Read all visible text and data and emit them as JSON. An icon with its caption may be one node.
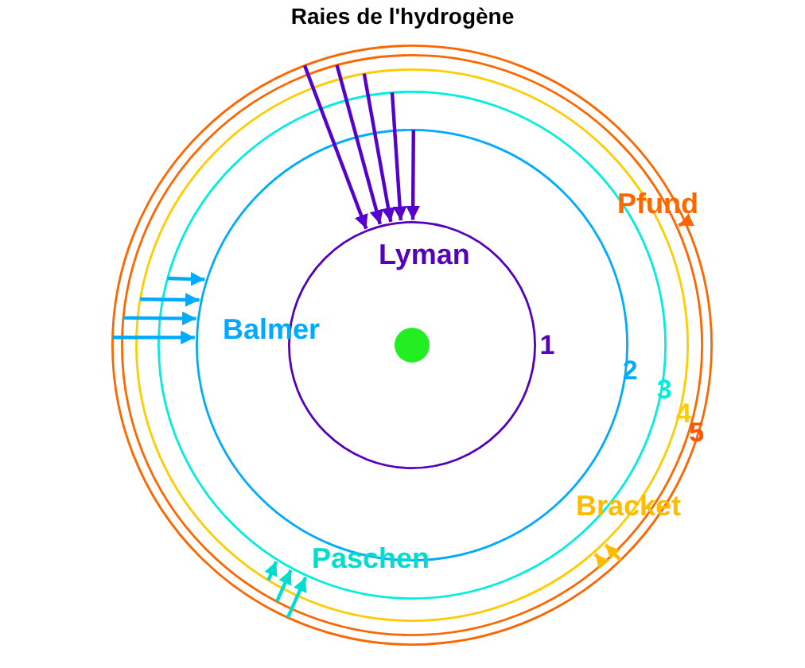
{
  "diagram": {
    "title": "Raies de l'hydrogène",
    "nodes": [
      {
        "text": [],
        "shape": "circle"
      },
      {
        "text": [
          "5"
        ],
        "in": 0
      },
      {
        "text": [
          "4"
        ],
        "in": 1
      },
      {
        "text": [
          "3"
        ],
        "in": 2
      },
      {
        "text": [
          "2"
        ],
        "in": 3
      },
      {
        "text": [
          "1"
        ],
        "in": 4
      },
      {
        "text": [],
        "shape": "circle",
        "in": 5
      }
    ],
    "edges": [
      {
        "from": 0,
        "to": 5,
        "arrow": "to",
        "color": "#5500cc"
      },
      {
        "from": 1,
        "to": 5,
        "arrow": "to",
        "color": "#5500cc"
      },
      {
        "from": 2,
        "to": 5,
        "arrow": "to",
        "color": "#5500cc"
      },
      {
        "from": 3,
        "to": 5,
        "arrow": "to",
        "color": "#5500cc"
      },
      {
        "from": 4,
        "to": 5,
        "arrow": "to",
        "color": "#5500cc"
      },
      {
        "from": 3,
        "to": 4,
        "arrow": "to",
        "color": "#00aaff"
      },
      {
        "from": 2,
        "to": 4,
        "arrow": "to",
        "color": "#00aaff"
      },
      {
        "from": 1,
        "to": 4,
        "arrow": "to",
        "color": "#00aaff"
      },
      {
        "from": 0,
        "to": 4,
        "arrow": "to",
        "color": "#00aaff"
      },
      {
        "from": 2,
        "to": 3,
        "arrow": "to",
        "color": "#00ddcc"
      },
      {
        "from": 1,
        "to": 3,
        "arrow": "to",
        "color": "#00ddcc"
      },
      {
        "from": 0,
        "to": 3,
        "arrow": "to",
        "color": "#00ddcc"
      },
      {
        "from": 1,
        "to": 2,
        "arrow": "to",
        "color": "#ffbb00"
      },
      {
        "from": 0,
        "to": 2,
        "arrow": "to",
        "color": "#ffbb00"
      },
      {
        "from": 0,
        "to": 1,
        "arrow": "to",
        "color": "#ff6600"
      }
    ],
    "labels": [
      "Pfund",
      "Lyman",
      "Balmer",
      "Bracket",
      "Paschen"
    ]
  }
}
